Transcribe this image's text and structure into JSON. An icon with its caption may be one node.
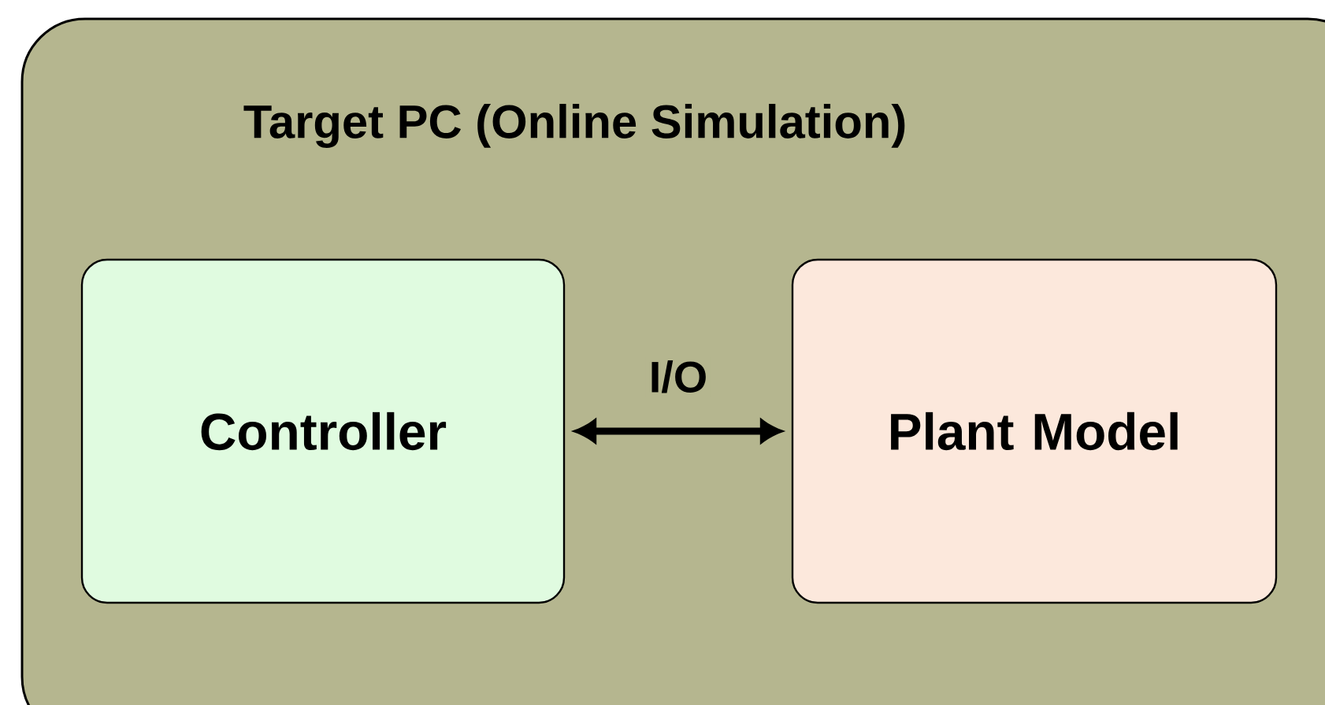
{
  "diagram": {
    "nodes": [
      {
        "text": [
          "Target PC (Online Simulation)"
        ]
      },
      {
        "text": [
          "Controller"
        ],
        "in": 0
      },
      {
        "text": [
          "Plant Model"
        ],
        "in": 0
      }
    ],
    "edges": [
      {
        "from": 1,
        "to": 2,
        "arrow": "both",
        "label": "I/O"
      }
    ]
  }
}
